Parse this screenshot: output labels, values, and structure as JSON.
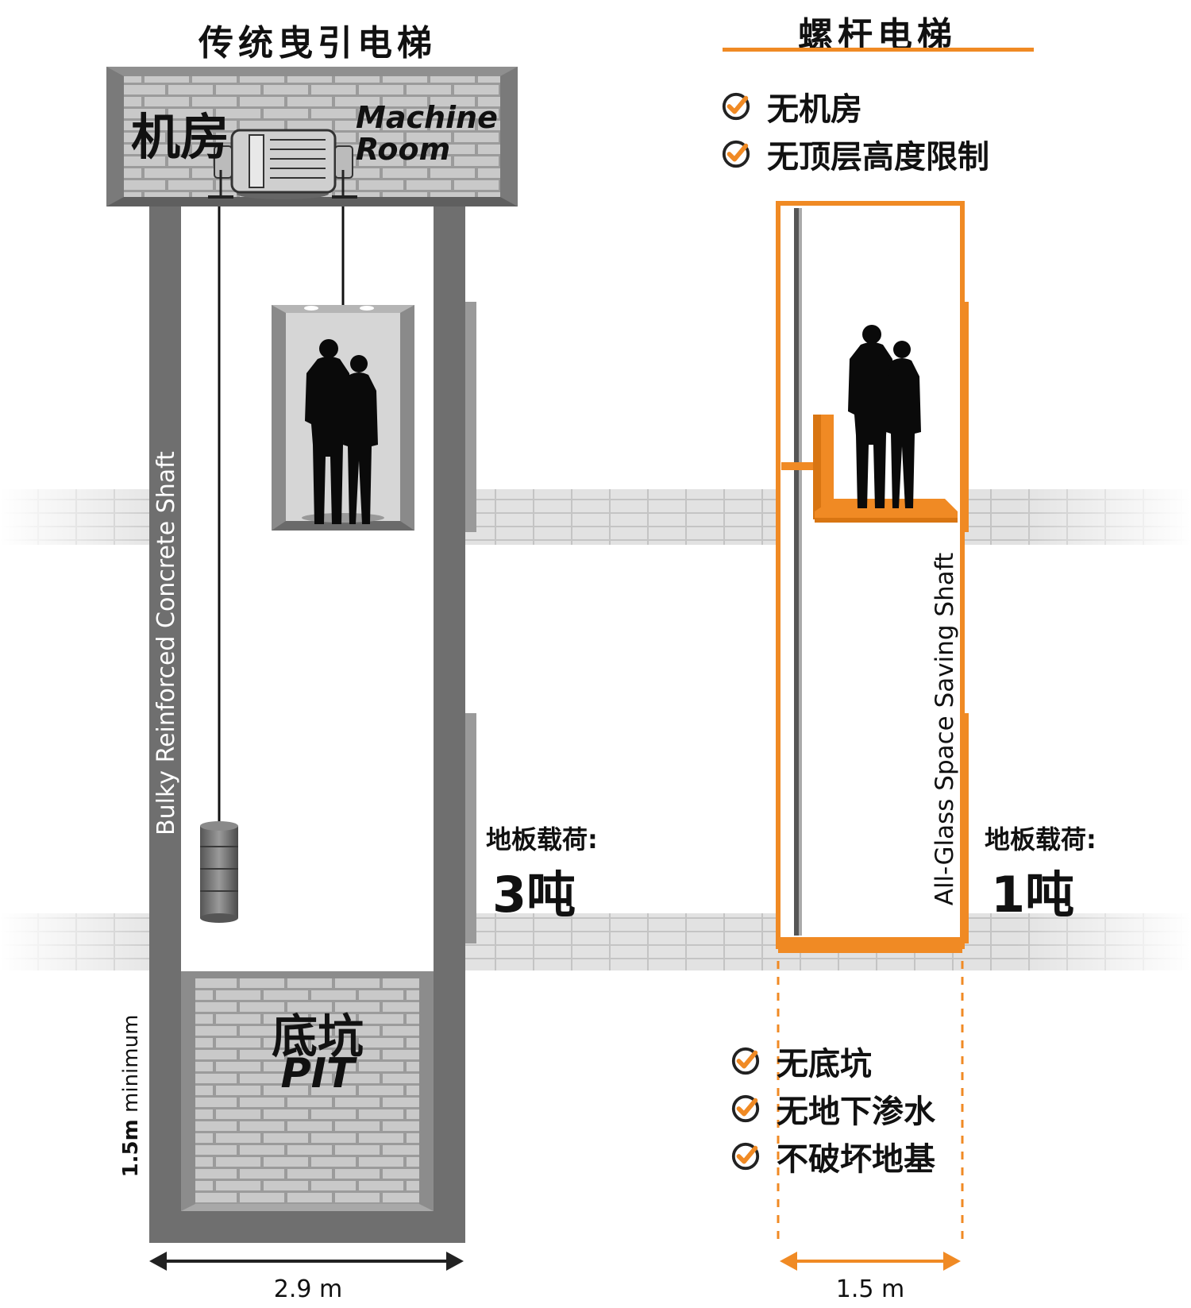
{
  "left": {
    "title": "传统曳引电梯",
    "machine_room_zh": "机房",
    "machine_room_en_line1": "Machine",
    "machine_room_en_line2": "Room",
    "shaft_label": "Bulky Reinforced Concrete Shaft",
    "pit_zh": "底坑",
    "pit_en": "PIT",
    "pit_depth_value": "1.5m",
    "pit_depth_suffix": "minimum",
    "floor_load_label": "地板载荷:",
    "floor_load_value": "3吨",
    "width_label": "2.9 m"
  },
  "right": {
    "title": "螺杆电梯",
    "top_features": [
      "无机房",
      "无顶层高度限制"
    ],
    "shaft_label": "All-Glass Space Saving Shaft",
    "floor_load_label": "地板载荷:",
    "floor_load_value": "1吨",
    "bottom_features": [
      "无底坑",
      "无地下渗水",
      "不破坏地基"
    ],
    "width_label": "1.5 m"
  },
  "colors": {
    "accent": "#f08a24",
    "concrete": "#6b6b6b",
    "brick": "#9a9a9a",
    "floor_tile": "#d9d9d9"
  }
}
